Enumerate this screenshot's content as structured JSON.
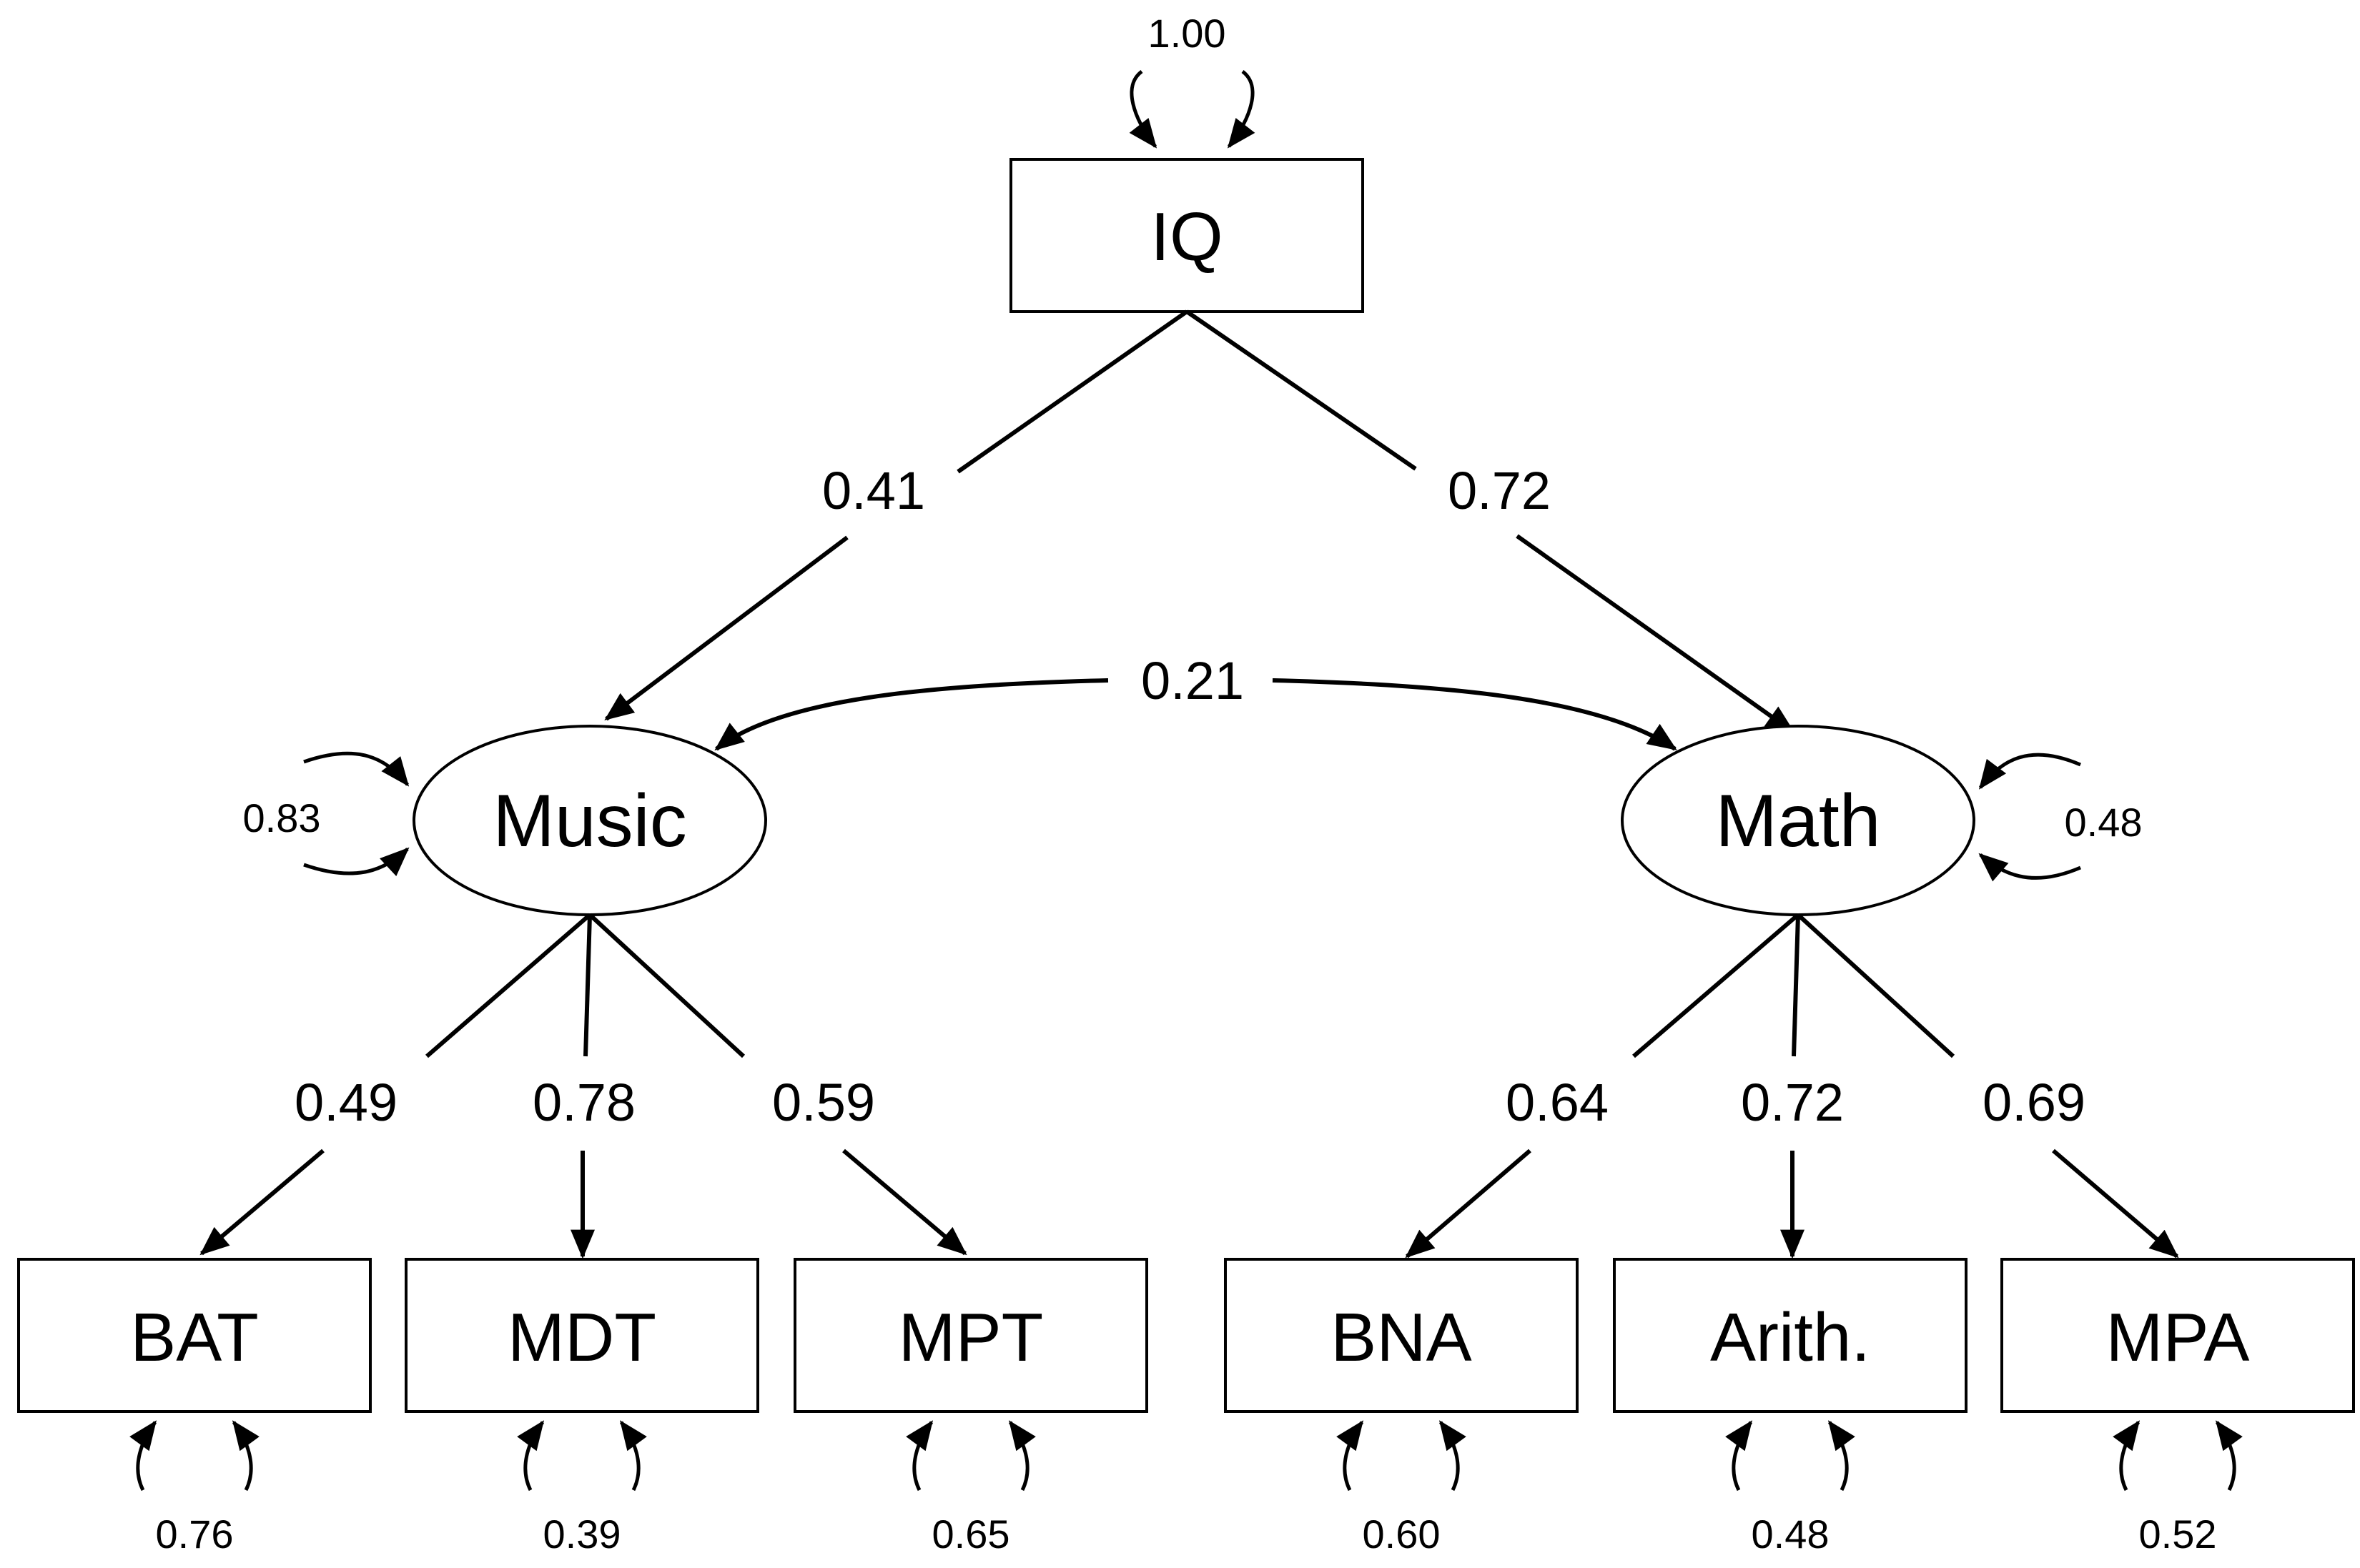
{
  "diagram": {
    "type": "structural-equation-model",
    "nodes": {
      "iq": {
        "label": "IQ",
        "shape": "rectangle",
        "variance": "1.00"
      },
      "music": {
        "label": "Music",
        "shape": "ellipse",
        "variance": "0.83"
      },
      "math": {
        "label": "Math",
        "shape": "ellipse",
        "variance": "0.48"
      },
      "bat": {
        "label": "BAT",
        "shape": "rectangle",
        "variance": "0.76"
      },
      "mdt": {
        "label": "MDT",
        "shape": "rectangle",
        "variance": "0.39"
      },
      "mpt": {
        "label": "MPT",
        "shape": "rectangle",
        "variance": "0.65"
      },
      "bna": {
        "label": "BNA",
        "shape": "rectangle",
        "variance": "0.60"
      },
      "arith": {
        "label": "Arith.",
        "shape": "rectangle",
        "variance": "0.48"
      },
      "mpa": {
        "label": "MPA",
        "shape": "rectangle",
        "variance": "0.52"
      }
    },
    "paths": {
      "iq_music": {
        "from": "IQ",
        "to": "Music",
        "coefficient": "0.41"
      },
      "iq_math": {
        "from": "IQ",
        "to": "Math",
        "coefficient": "0.72"
      },
      "music_math": {
        "from": "Music",
        "to": "Math",
        "coefficient": "0.21",
        "kind": "covariance"
      },
      "music_bat": {
        "from": "Music",
        "to": "BAT",
        "coefficient": "0.49"
      },
      "music_mdt": {
        "from": "Music",
        "to": "MDT",
        "coefficient": "0.78"
      },
      "music_mpt": {
        "from": "Music",
        "to": "MPT",
        "coefficient": "0.59"
      },
      "math_bna": {
        "from": "Math",
        "to": "BNA",
        "coefficient": "0.64"
      },
      "math_arith": {
        "from": "Math",
        "to": "Arith.",
        "coefficient": "0.72"
      },
      "math_mpa": {
        "from": "Math",
        "to": "MPA",
        "coefficient": "0.69"
      }
    }
  }
}
